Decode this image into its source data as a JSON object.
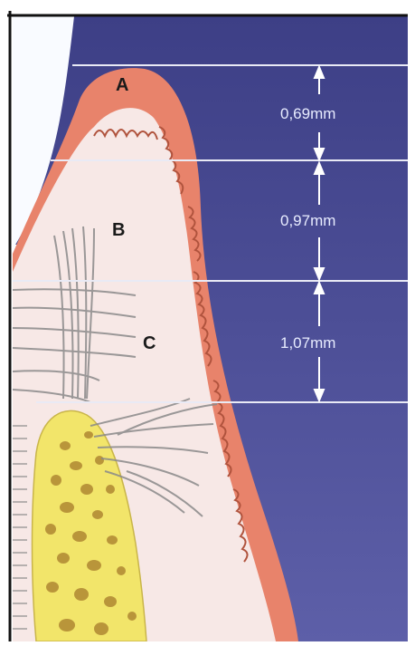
{
  "zones": [
    {
      "label": "A"
    },
    {
      "label": "B"
    },
    {
      "label": "C"
    }
  ],
  "measurements": [
    {
      "value": "0,69mm"
    },
    {
      "value": "0,97mm"
    },
    {
      "value": "1,07mm"
    }
  ],
  "colors": {
    "background": "#4f519a",
    "epithelium": "#e8836b",
    "connective_tissue": "#f7e8e6",
    "bone": "#f2e56a",
    "bone_pores": "#b9953a",
    "fibers": "#8a8a8a",
    "tooth": "#ffffff",
    "guide_lines": "#e9eaf5"
  },
  "icons": {
    "arrow": "double-headed-dimension-arrow"
  }
}
